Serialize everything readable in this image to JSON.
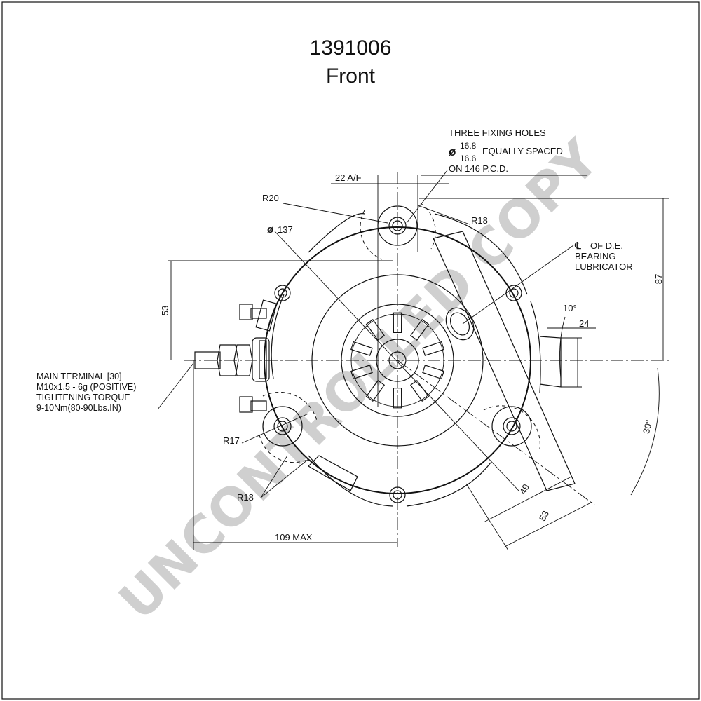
{
  "drawing": {
    "part_number": "1391006",
    "view": "Front",
    "watermark": "UNCONTROLLED COPY"
  },
  "callouts": {
    "fixing_holes": {
      "line1": "THREE FIXING HOLES",
      "diameter_symbol": "ø",
      "tol_upper": "16.8",
      "tol_lower": "16.6",
      "spacing": "EQUALLY SPACED",
      "pcd": "ON 146 P.C.D."
    },
    "bearing": {
      "symbol": "℄",
      "line1": "OF D.E.",
      "line2": "BEARING",
      "line3": "LUBRICATOR"
    },
    "main_terminal": {
      "line1": "MAIN TERMINAL [30]",
      "line2": "M10x1.5 - 6g (POSITIVE)",
      "line3": "TIGHTENING TORQUE",
      "line4": "9-10Nm(80-90Lbs.IN)"
    }
  },
  "dimensions": {
    "across_flats": "22 A/F",
    "r20": "R20",
    "r18_top": "R18",
    "dia_137": "137",
    "d53_left": "53",
    "d87": "87",
    "angle_10": "10°",
    "d24": "24",
    "r17": "R17",
    "r18_bottom": "R18",
    "d109": "109 MAX",
    "d49": "49",
    "d53_diag": "53",
    "angle_30": "30°"
  },
  "colors": {
    "ink": "#111111",
    "watermark": "#cfcfcf"
  }
}
